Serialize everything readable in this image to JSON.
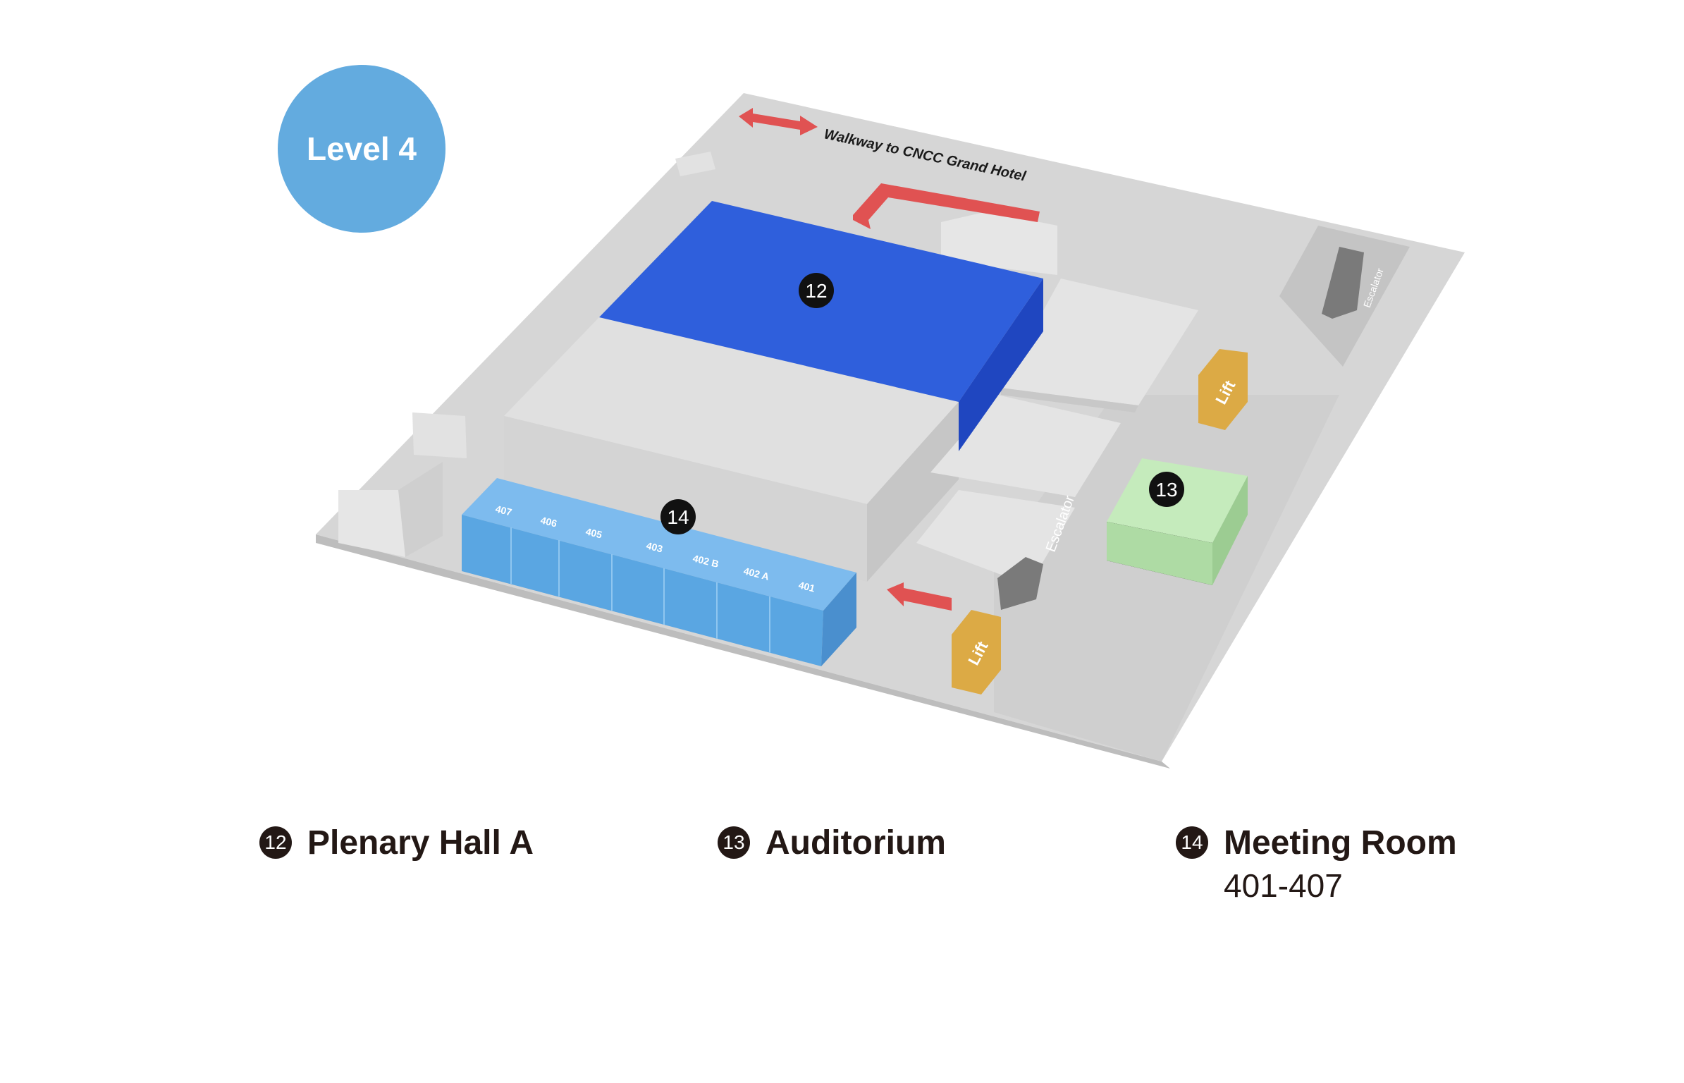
{
  "level": {
    "label": "Level 4"
  },
  "walkway": {
    "label": "Walkway to CNCC Grand Hotel"
  },
  "markers": {
    "plenary": "12",
    "auditorium": "13",
    "meeting": "14"
  },
  "meeting_rooms": [
    "407",
    "406",
    "405",
    "403",
    "402 B",
    "402 A",
    "401"
  ],
  "lifts": [
    "Lift",
    "Lift"
  ],
  "escalators": [
    "Escalator",
    "Escalator"
  ],
  "legend": [
    {
      "number": "12",
      "title": "Plenary Hall A",
      "subtitle": ""
    },
    {
      "number": "13",
      "title": "Auditorium",
      "subtitle": ""
    },
    {
      "number": "14",
      "title": "Meeting Room",
      "subtitle": "401-407"
    }
  ],
  "colors": {
    "plenary_hall": "#2f5fdc",
    "auditorium": "#b8e4b0",
    "meeting_rooms": "#5aa6e2",
    "lift": "#dcaa45",
    "escalator": "#7a7a7a",
    "arrow": "#e05252",
    "floor": "#d6d6d6",
    "badge": "#63abdf"
  }
}
